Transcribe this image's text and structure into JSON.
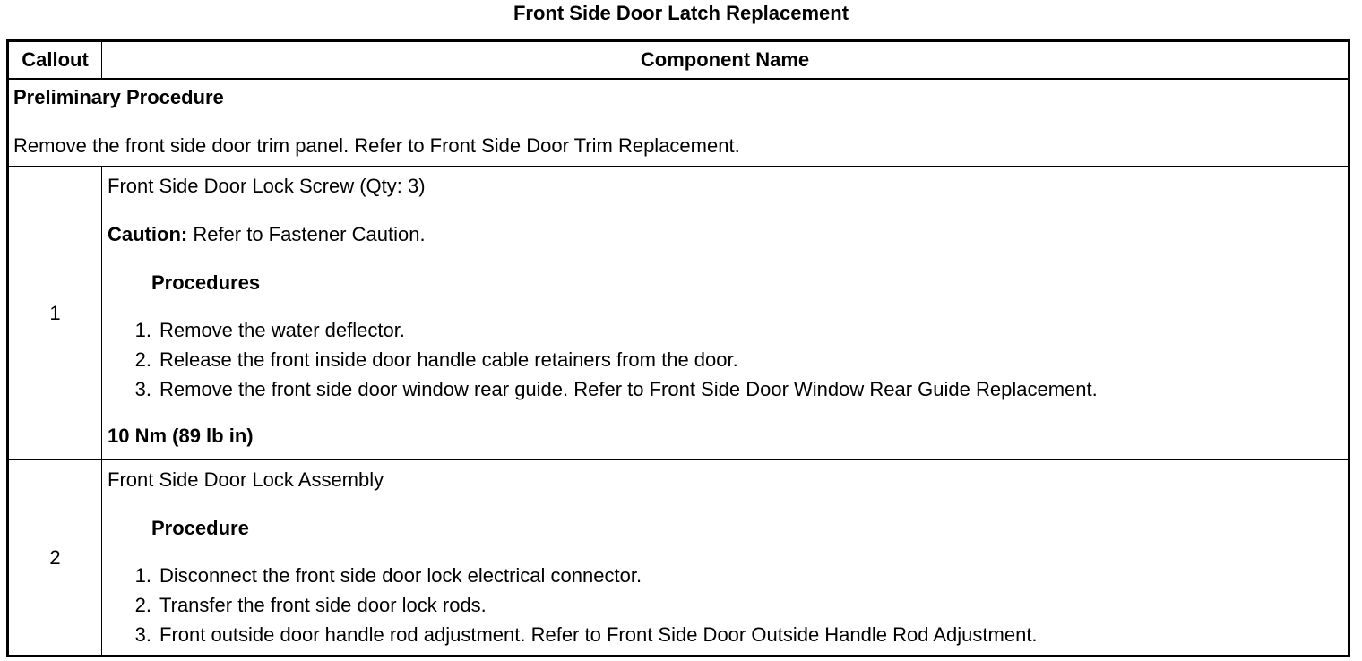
{
  "title": "Front Side Door Latch Replacement",
  "table": {
    "header": {
      "callout": "Callout",
      "component": "Component Name"
    },
    "preliminary": {
      "heading": "Preliminary Procedure",
      "text": "Remove the front side door trim panel. Refer to Front Side Door Trim Replacement."
    },
    "rows": [
      {
        "callout": "1",
        "name": "Front Side Door Lock Screw (Qty: 3)",
        "caution_label": "Caution:",
        "caution_text": " Refer to Fastener Caution.",
        "procedure_heading": "Procedures",
        "steps": [
          {
            "num": "1.",
            "text": "Remove the water deflector."
          },
          {
            "num": "2.",
            "text": "Release the front inside door handle cable retainers from the door."
          },
          {
            "num": "3.",
            "text": "Remove the front side door window rear guide. Refer to Front Side Door Window Rear Guide Replacement."
          }
        ],
        "torque": "10 Nm (89 lb in)"
      },
      {
        "callout": "2",
        "name": "Front Side Door Lock Assembly",
        "procedure_heading": "Procedure",
        "steps": [
          {
            "num": "1.",
            "text": "Disconnect the front side door lock electrical connector."
          },
          {
            "num": "2.",
            "text": "Transfer the front side door lock rods."
          },
          {
            "num": "3.",
            "text": "Front outside door handle rod adjustment. Refer to Front Side Door Outside Handle Rod Adjustment."
          }
        ]
      }
    ]
  }
}
